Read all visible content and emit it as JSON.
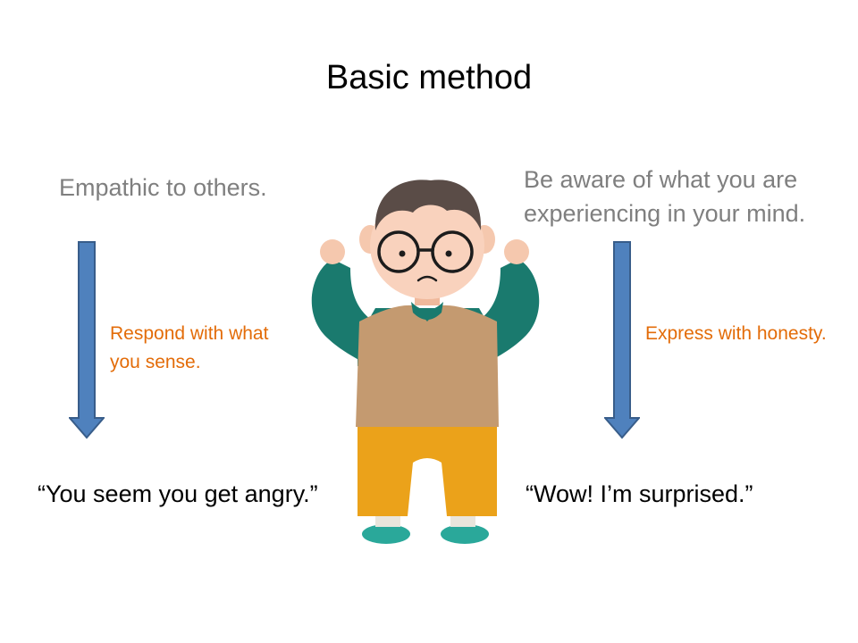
{
  "slide": {
    "title": "Basic method"
  },
  "left": {
    "heading": "Empathic to others.",
    "note_line1": "Respond with what",
    "note_line2": "you sense.",
    "quote": "“You seem you get angry.”"
  },
  "right": {
    "heading_line1": "Be aware of what you are",
    "heading_line2": "experiencing in your mind.",
    "note": "Express with honesty.",
    "quote": "“Wow! I’m surprised.”"
  },
  "colors": {
    "arrow_fill": "#4f81bd",
    "arrow_stroke": "#385d8a",
    "note_orange": "#e36c09",
    "heading_gray": "#7f7f7f"
  },
  "icons": {
    "arrow": "down-arrow-icon",
    "character": "confused-boy-illustration"
  }
}
